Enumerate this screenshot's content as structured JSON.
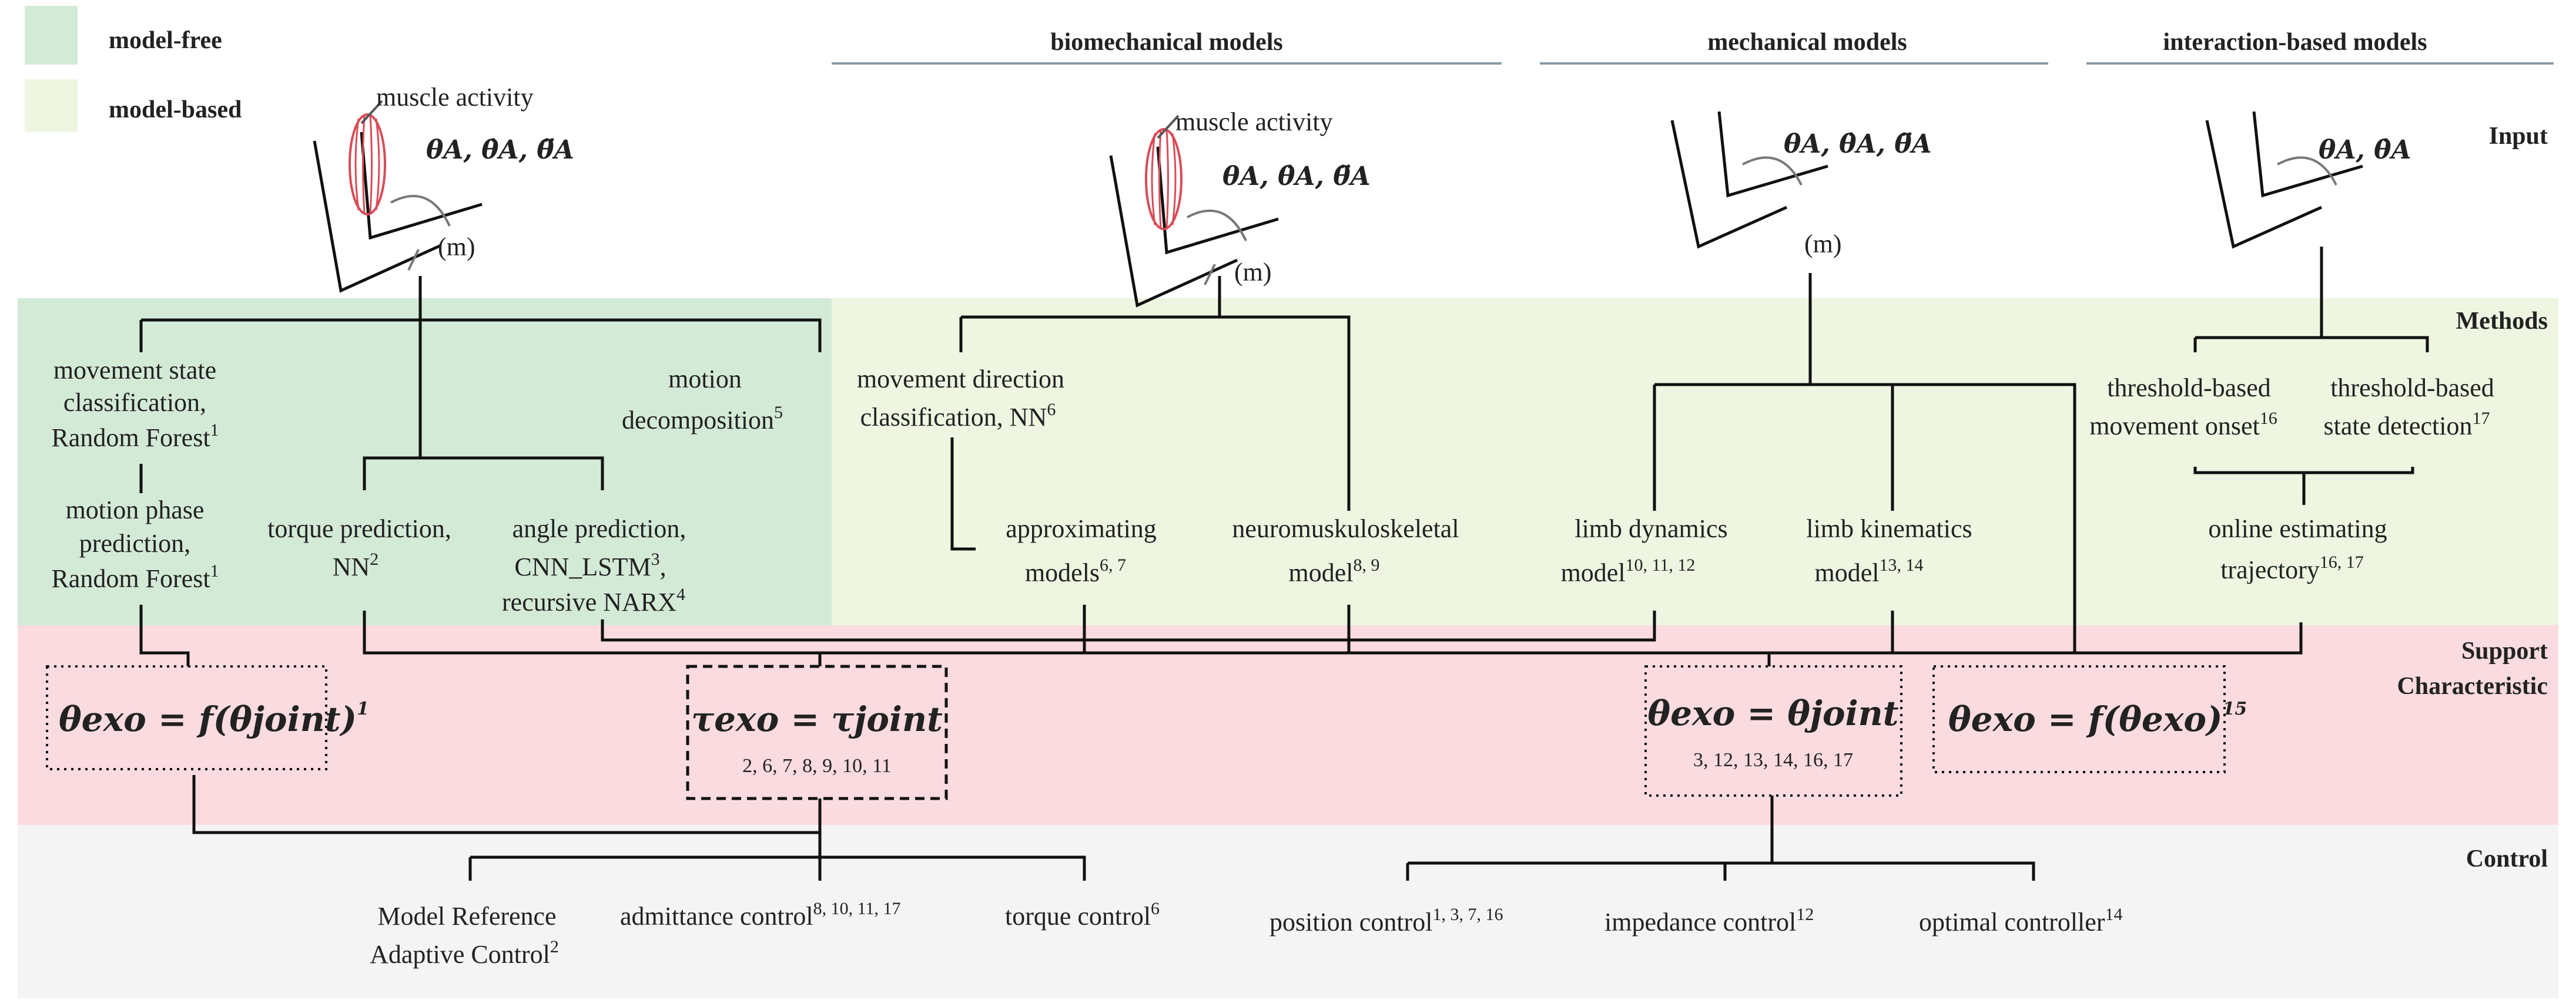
{
  "colors": {
    "model_free": "#d3ead7",
    "model_based": "#eef5e0",
    "support": "#fadbe0",
    "control": "#f4f4f4",
    "methods_label": "#5fa79b",
    "support_label": "#e8808e",
    "muscle": "#d94b57"
  },
  "legend": {
    "model_free": "model-free",
    "model_based": "model-based"
  },
  "headers": {
    "biomechanical": "biomechanical models",
    "mechanical": "mechanical models",
    "interaction": "interaction-based models"
  },
  "rows": {
    "input": "Input",
    "methods": "Methods",
    "support_1": "Support",
    "support_2": "Characteristic",
    "control": "Control"
  },
  "inputs": {
    "muscle_activity": "muscle activity",
    "m": "(m)",
    "theta_full": "θA, θ̇A, θ̈A",
    "theta_partial": "θA, θ̇A"
  },
  "methods": {
    "mf_classification": {
      "lines": [
        "movement state",
        "classification,",
        "Random Forest"
      ],
      "sup": "1"
    },
    "mf_phase": {
      "lines": [
        "motion phase",
        "prediction,",
        "Random Forest"
      ],
      "sup": "1"
    },
    "mf_torque": {
      "lines": [
        "torque prediction,",
        "NN"
      ],
      "sup": "2"
    },
    "mf_angle": {
      "lines": [
        "angle prediction,",
        "CNN_LSTM",
        "recursive NARX"
      ],
      "sup_a": "3",
      "sup_b": "4",
      "line2_suffix": ","
    },
    "mf_decomposition": {
      "lines": [
        "motion",
        "decomposition"
      ],
      "sup": "5"
    },
    "bio_direction": {
      "lines": [
        "movement direction",
        "classification, NN"
      ],
      "sup": "6"
    },
    "bio_approx": {
      "lines": [
        "approximating",
        "models"
      ],
      "sup": "6, 7"
    },
    "bio_neuro": {
      "lines": [
        "neuromuskuloskeletal",
        "model"
      ],
      "sup": "8, 9"
    },
    "mech_dynamics": {
      "lines": [
        "limb dynamics",
        "model"
      ],
      "sup": "10, 11, 12"
    },
    "mech_kinematics": {
      "lines": [
        "limb kinematics",
        "model"
      ],
      "sup": "13, 14"
    },
    "int_onset": {
      "lines": [
        "threshold-based",
        "movement onset"
      ],
      "sup": "16"
    },
    "int_state": {
      "lines": [
        "threshold-based",
        "state detection"
      ],
      "sup": "17"
    },
    "int_trajectory": {
      "lines": [
        "online estimating",
        "trajectory"
      ],
      "sup": "16, 17"
    }
  },
  "support": {
    "s1": {
      "lhs": "θexo = f(θjoint)",
      "sup": "1"
    },
    "s2": {
      "eq": "τexo = τjoint",
      "refs": "2, 6, 7, 8, 9, 10, 11"
    },
    "s3": {
      "eq": "θexo = θjoint",
      "refs": "3, 12, 13, 14, 16, 17"
    },
    "s4": {
      "lhs": "θexo = f(θexo)",
      "sup": "15"
    }
  },
  "control": {
    "mrac": {
      "lines": [
        "Model Reference",
        "Adaptive Control"
      ],
      "sup": "2"
    },
    "admittance": {
      "text": "admittance control",
      "sup": "8, 10, 11, 17"
    },
    "torque": {
      "text": "torque control",
      "sup": "6"
    },
    "position": {
      "text": "position control",
      "sup": "1, 3, 7, 16"
    },
    "impedance": {
      "text": "impedance control",
      "sup": "12"
    },
    "optimal": {
      "text": "optimal controller",
      "sup": "14"
    }
  }
}
